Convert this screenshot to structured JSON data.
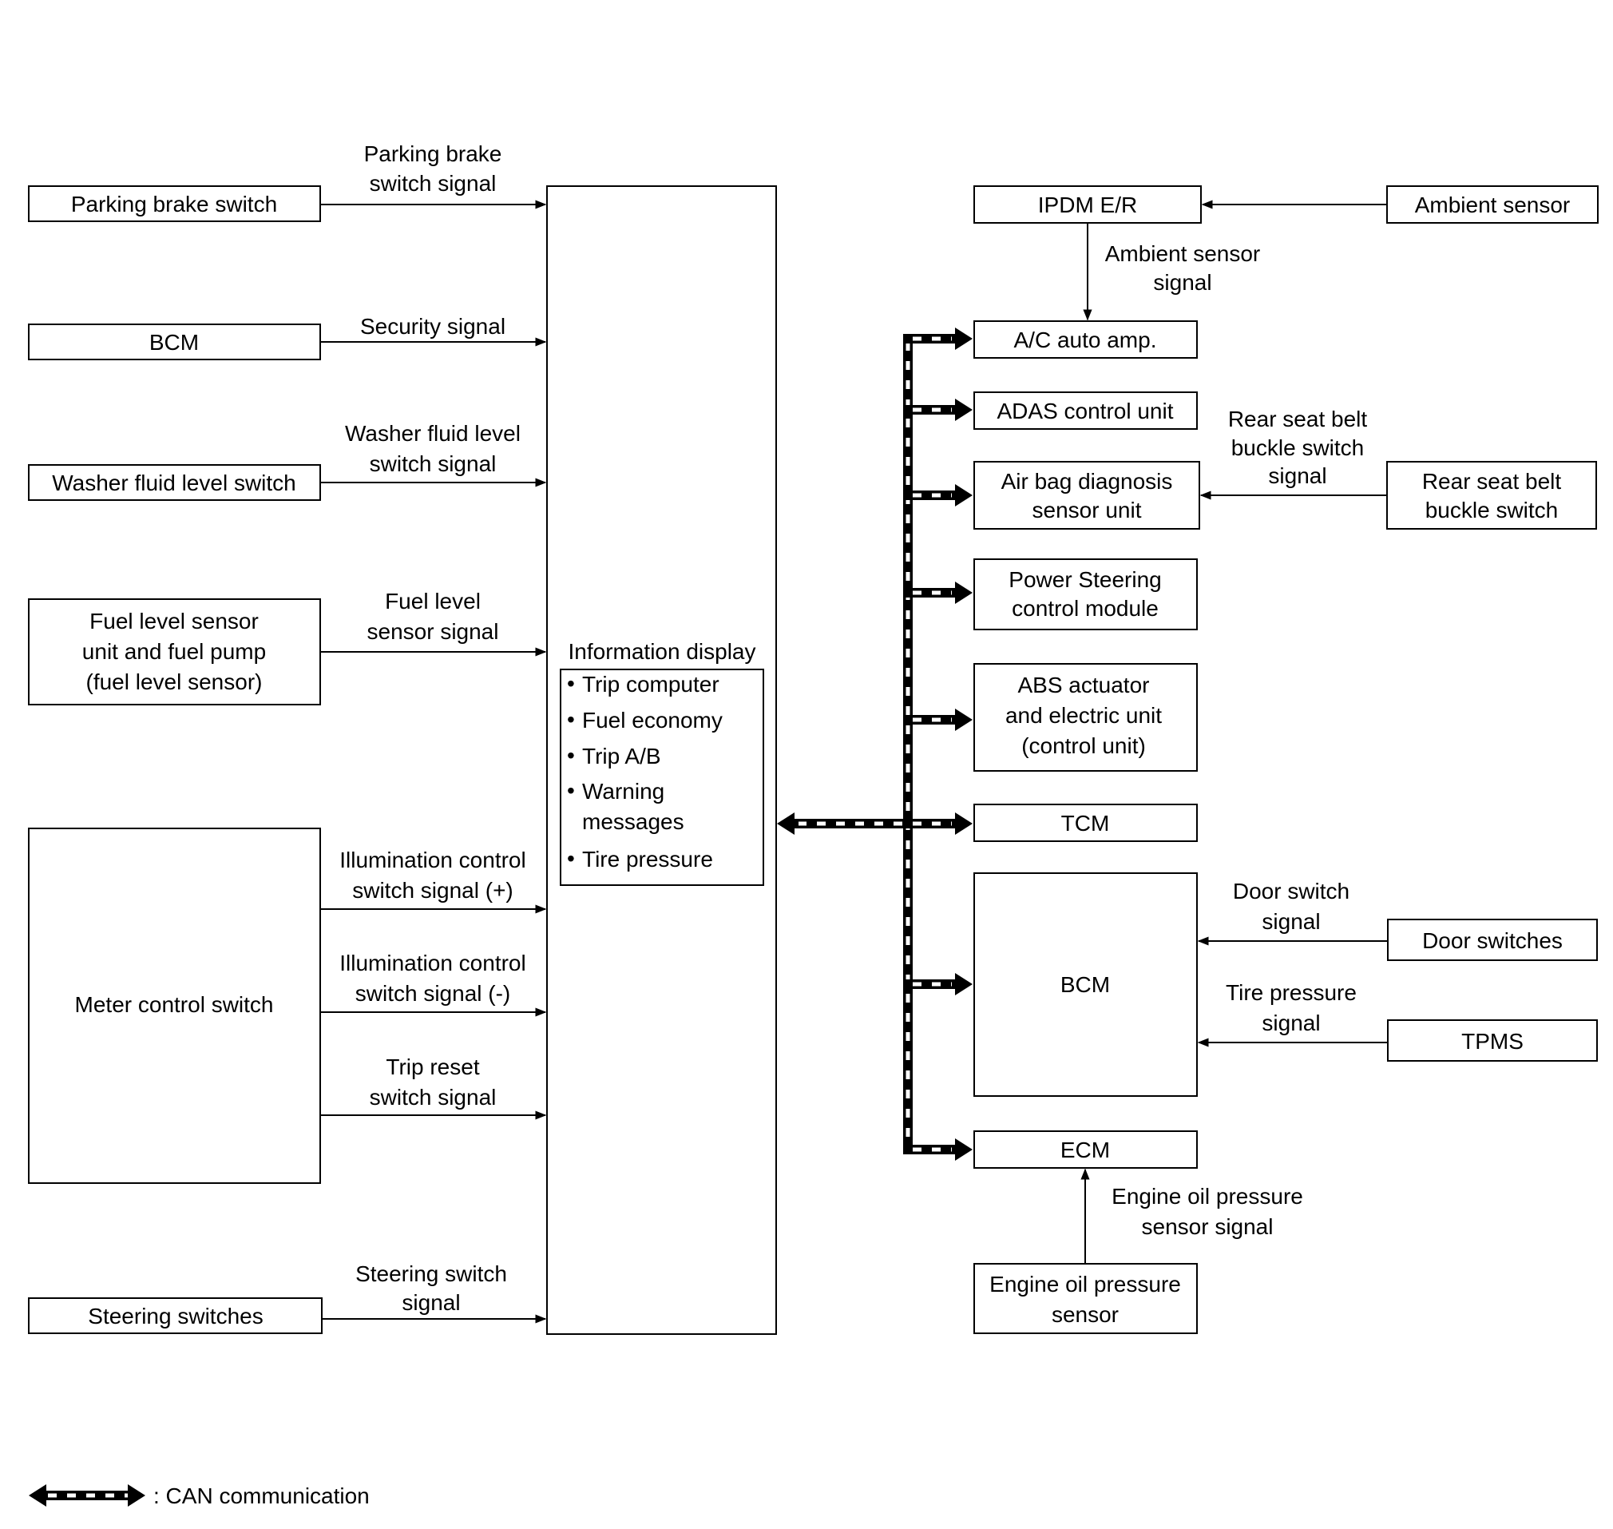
{
  "left_inputs": [
    {
      "name": "Parking brake switch",
      "signal": [
        "Parking brake",
        "switch signal"
      ]
    },
    {
      "name": "BCM",
      "signal": [
        "Security signal"
      ]
    },
    {
      "name": "Washer fluid level switch",
      "signal": [
        "Washer fluid level",
        "switch signal"
      ]
    },
    {
      "name": [
        "Fuel level sensor",
        "unit and fuel pump",
        "(fuel level sensor)"
      ],
      "signal": [
        "Fuel level",
        "sensor signal"
      ]
    },
    {
      "name": "Meter control switch",
      "signals": [
        [
          "Illumination control",
          "switch signal (+)"
        ],
        [
          "Illumination control",
          "switch signal (-)"
        ],
        [
          "Trip reset",
          "switch signal"
        ]
      ]
    },
    {
      "name": "Steering switches",
      "signal": [
        "Steering switch",
        "signal"
      ]
    }
  ],
  "center": {
    "title": "Information display",
    "items": [
      {
        "bullet": "•",
        "lines": [
          "Trip computer"
        ]
      },
      {
        "bullet": "•",
        "lines": [
          "Fuel economy"
        ]
      },
      {
        "bullet": "•",
        "lines": [
          "Trip A/B"
        ]
      },
      {
        "bullet": "•",
        "lines": [
          "Warning",
          "messages"
        ]
      },
      {
        "bullet": "•",
        "lines": [
          "Tire pressure"
        ]
      }
    ]
  },
  "right_units": {
    "ipdm": "IPDM E/R",
    "ambient_sensor": "Ambient sensor",
    "ambient_signal": [
      "Ambient sensor",
      "signal"
    ],
    "ac_amp": "A/C auto amp.",
    "adas": "ADAS control unit",
    "airbag": [
      "Air bag diagnosis",
      "sensor unit"
    ],
    "rear_belt_signal": [
      "Rear seat belt",
      "buckle switch",
      "signal"
    ],
    "rear_belt_switch": [
      "Rear seat belt",
      "buckle switch"
    ],
    "power_steering": [
      "Power Steering",
      "control module"
    ],
    "abs": [
      "ABS actuator",
      "and electric unit",
      "(control unit)"
    ],
    "tcm": "TCM",
    "bcm": "BCM",
    "door_signal": [
      "Door switch",
      "signal"
    ],
    "door_switches": "Door switches",
    "tire_signal": [
      "Tire pressure",
      "signal"
    ],
    "tpms": "TPMS",
    "ecm": "ECM",
    "oil_signal": [
      "Engine oil pressure",
      "sensor signal"
    ],
    "oil_sensor": [
      "Engine oil pressure",
      "sensor"
    ]
  },
  "legend": {
    "label": ": CAN communication"
  }
}
